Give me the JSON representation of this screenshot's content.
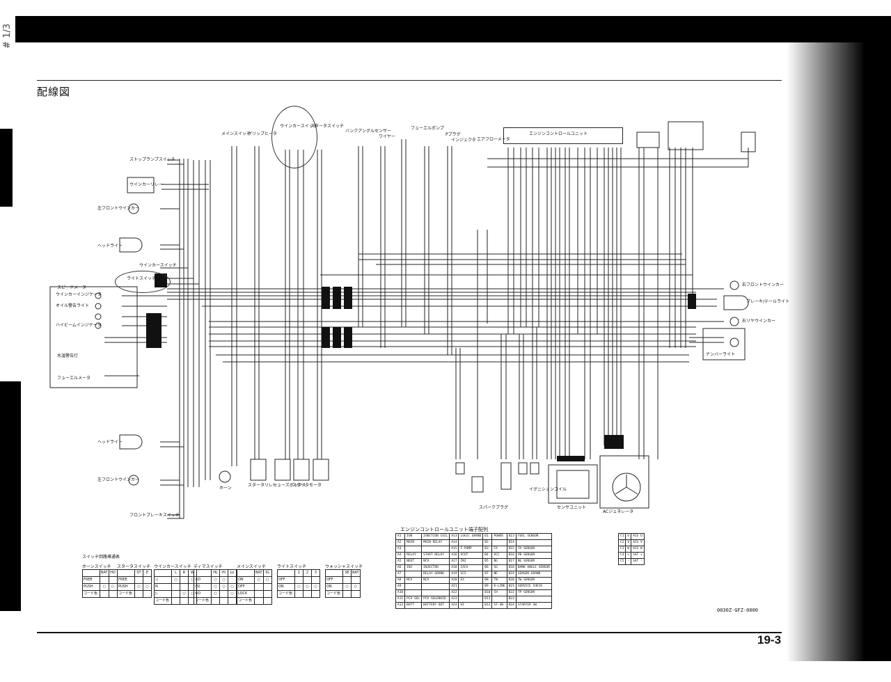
{
  "page_id": "# 1/3",
  "title": "配線図",
  "page_number": "19-3",
  "doc_code": "0030Z-GFZ-0000",
  "ecu_label": "エンジンコントロールユニット",
  "left_components": [
    "ストップランプスイッチ",
    "ウインカーリレー",
    "左フロントウインカー",
    "ヘッドライト",
    "ウインカースイッチ",
    "ライトスイッチ",
    "スピードメータ",
    "ウインカーインジケータ",
    "オイル警告ライト",
    "ハイビームインジケータ",
    "水温警告灯",
    "フューエルメータ"
  ],
  "lower_left_components": [
    "ヘッドライト",
    "左フロントウインカー",
    "フロントブレーキスイッチ"
  ],
  "top_components": [
    "メインスイッチ",
    "グリップヒータ",
    "ウインカースイッチ",
    "スタータスイッチ",
    "バンクアングルセンサー",
    "ワイヤー",
    "フューエルポンプ",
    "Pプラグ",
    "インジェクタ",
    "エアフローメータ"
  ],
  "right_components": [
    "右フロントウインカー",
    "ブレーキ/テールライト",
    "右リヤウインカー",
    "ナンバーライト"
  ],
  "bottom_components": [
    "ホーン",
    "スタータリレー",
    "ヒューズボックス",
    "スタータモータ",
    "スパークプラグ",
    "イグニションコイル",
    "センサユニット",
    "ACジェネレータ"
  ],
  "terminal_table": {
    "title": "エンジンコントロールユニット端子配列",
    "rows": [
      [
        "A1",
        "IGN",
        "IGNITION COIL",
        "A13",
        "LOGIC GRAND",
        "B1",
        "POWER",
        "B13",
        "FUEL SENSOR"
      ],
      [
        "A2",
        "MAIN",
        "MAIN RELAY",
        "A14",
        "",
        "B2",
        "",
        "B14",
        ""
      ],
      [
        "A3",
        "",
        "",
        "A15",
        "F-PUMP",
        "B3",
        "TA",
        "B15",
        "TA SENSOR"
      ],
      [
        "A4",
        "RELAY",
        "START RELAY",
        "A16",
        "VCUT",
        "B4",
        "VCC",
        "B16",
        "PB SENSOR"
      ],
      [
        "A5",
        "NEUT",
        "NCV",
        "A17",
        "INJ",
        "B5",
        "NG",
        "B17",
        "NG SENSOR"
      ],
      [
        "A6",
        "INJ",
        "INJECTOR",
        "A18",
        "IACV",
        "B6",
        "SG",
        "B18",
        "BANK ANGLE SENSOR"
      ],
      [
        "A7",
        "",
        "RELAY GRAND",
        "A19",
        "SCS",
        "B7",
        "NE",
        "B19",
        "SENSOR GRAND"
      ],
      [
        "A8",
        "NCV",
        "NCV",
        "A20",
        "EX",
        "B8",
        "TW",
        "B20",
        "TW SENSOR"
      ],
      [
        "A9",
        "",
        "",
        "A21",
        "",
        "B9",
        "K-LINE",
        "B21",
        "SERVICE CHECK"
      ],
      [
        "A10",
        "",
        "",
        "A22",
        "",
        "B10",
        "CH",
        "B22",
        "TP SENSOR"
      ],
      [
        "A11",
        "PCV-SOL",
        "PCV-SOLENOID",
        "A23",
        "",
        "B11",
        "",
        "B23",
        ""
      ],
      [
        "A12",
        "BATT",
        "BATTERY OUT",
        "A24",
        "HI",
        "B12",
        "ST-SW",
        "B24",
        "STARTER SW"
      ]
    ]
  },
  "side_table": {
    "rows": [
      [
        "C1",
        "U",
        "ACG U"
      ],
      [
        "C2",
        "V",
        "ACG V"
      ],
      [
        "C3",
        "W",
        "ACG W"
      ],
      [
        "C4",
        "+",
        "SAT +"
      ],
      [
        "C5",
        "-",
        "SAT -"
      ]
    ]
  },
  "switch_tables": {
    "caption": "スイッチ回路導通表",
    "tables": [
      {
        "name": "ホーンスイッチ",
        "cols": [
          "",
          "BAT",
          "HO"
        ],
        "rows": [
          [
            "FREE",
            "",
            ""
          ],
          [
            "PUSH",
            "○",
            "○"
          ],
          [
            "コード色",
            "",
            ""
          ]
        ]
      },
      {
        "name": "スタータスイッチ",
        "cols": [
          "",
          "ST",
          "E"
        ],
        "rows": [
          [
            "FREE",
            "",
            ""
          ],
          [
            "PUSH",
            "○",
            "○"
          ],
          [
            "コード色",
            "",
            ""
          ]
        ]
      },
      {
        "name": "ウインカースイッチ",
        "cols": [
          "",
          "L",
          "R",
          "W"
        ],
        "rows": [
          [
            "◁",
            "○",
            "",
            "○"
          ],
          [
            "N",
            "",
            "",
            ""
          ],
          [
            "▷",
            "",
            "○",
            "○"
          ],
          [
            "コード色",
            "",
            "",
            ""
          ]
        ]
      },
      {
        "name": "ディマスイッチ",
        "cols": [
          "",
          "HL",
          "Hi",
          "Lo"
        ],
        "rows": [
          [
            "≡D",
            "○",
            "○",
            ""
          ],
          [
            "(N)",
            "○",
            "○",
            "○"
          ],
          [
            "≣D",
            "○",
            "",
            "○"
          ],
          [
            "コード色",
            "",
            "",
            ""
          ]
        ]
      },
      {
        "name": "メインスイッチ",
        "cols": [
          "",
          "BAT",
          "IG"
        ],
        "rows": [
          [
            "ON",
            "○",
            "○"
          ],
          [
            "OFF",
            "",
            ""
          ],
          [
            "LOCK",
            "",
            ""
          ],
          [
            "コード色",
            "",
            ""
          ]
        ]
      },
      {
        "name": "ライトスイッチ",
        "cols": [
          "",
          "1",
          "2",
          "3"
        ],
        "rows": [
          [
            "OFF",
            "",
            "",
            ""
          ],
          [
            "ON",
            "○",
            "○",
            "○"
          ],
          [
            "コード色",
            "",
            "",
            ""
          ]
        ]
      },
      {
        "name": "ウォッシャスイッチ",
        "cols": [
          "",
          "SE",
          "BAT"
        ],
        "rows": [
          [
            "OFF",
            "",
            ""
          ],
          [
            "ON",
            "○",
            "○"
          ],
          [
            "コード色",
            "",
            ""
          ]
        ]
      }
    ]
  },
  "colors": {
    "ink": "#111111",
    "paper": "#ffffff",
    "scan_dark": "#000000"
  }
}
